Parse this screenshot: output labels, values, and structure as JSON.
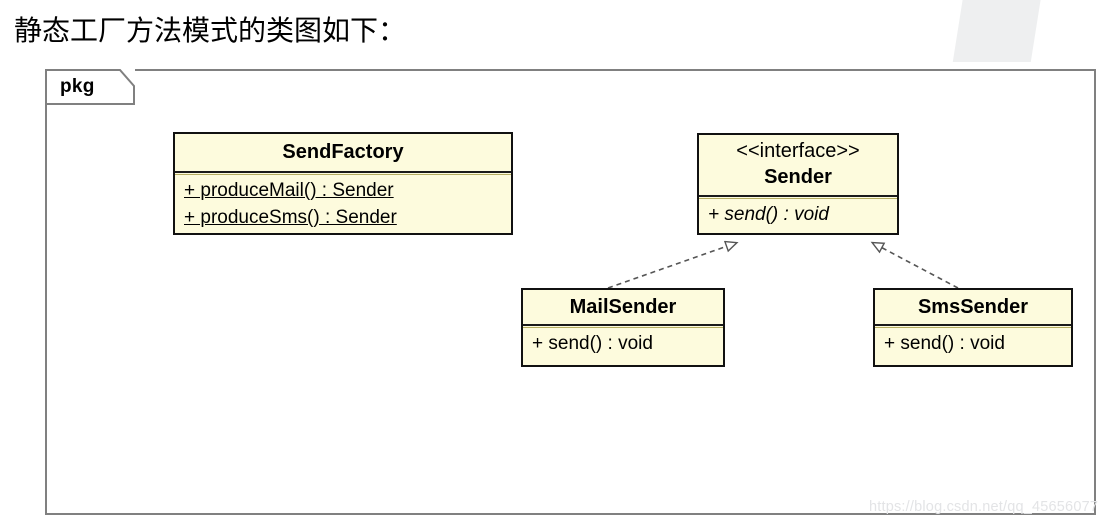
{
  "page": {
    "title": "静态工厂方法模式的类图如下：",
    "watermark_url": "https://blog.csdn.net/qq_45656077"
  },
  "diagram": {
    "type": "uml-class-diagram",
    "frame_label": "pkg",
    "colors": {
      "box_fill": "#fdfbdd",
      "box_border": "#111111",
      "frame_border": "#808080",
      "text": "#000000",
      "watermark": "#e3e4e6"
    },
    "classes": [
      {
        "id": "sendfactory",
        "stereotype": "",
        "name": "SendFactory",
        "members": [
          {
            "text": "+ produceMail() : Sender",
            "static": true,
            "abstract": false
          },
          {
            "text": "+ produceSms() : Sender",
            "static": true,
            "abstract": false
          }
        ]
      },
      {
        "id": "sender",
        "stereotype": "<<interface>>",
        "name": "Sender",
        "members": [
          {
            "text": "+ send() : void",
            "static": false,
            "abstract": true
          }
        ]
      },
      {
        "id": "mailsender",
        "stereotype": "",
        "name": "MailSender",
        "members": [
          {
            "text": "+ send() : void",
            "static": false,
            "abstract": false
          }
        ]
      },
      {
        "id": "smssender",
        "stereotype": "",
        "name": "SmsSender",
        "members": [
          {
            "text": "+ send() : void",
            "static": false,
            "abstract": false
          }
        ]
      }
    ],
    "relations": [
      {
        "kind": "realization",
        "from": "MailSender",
        "to": "Sender",
        "style": "dashed-hollow-triangle"
      },
      {
        "kind": "realization",
        "from": "SmsSender",
        "to": "Sender",
        "style": "dashed-hollow-triangle"
      }
    ]
  }
}
